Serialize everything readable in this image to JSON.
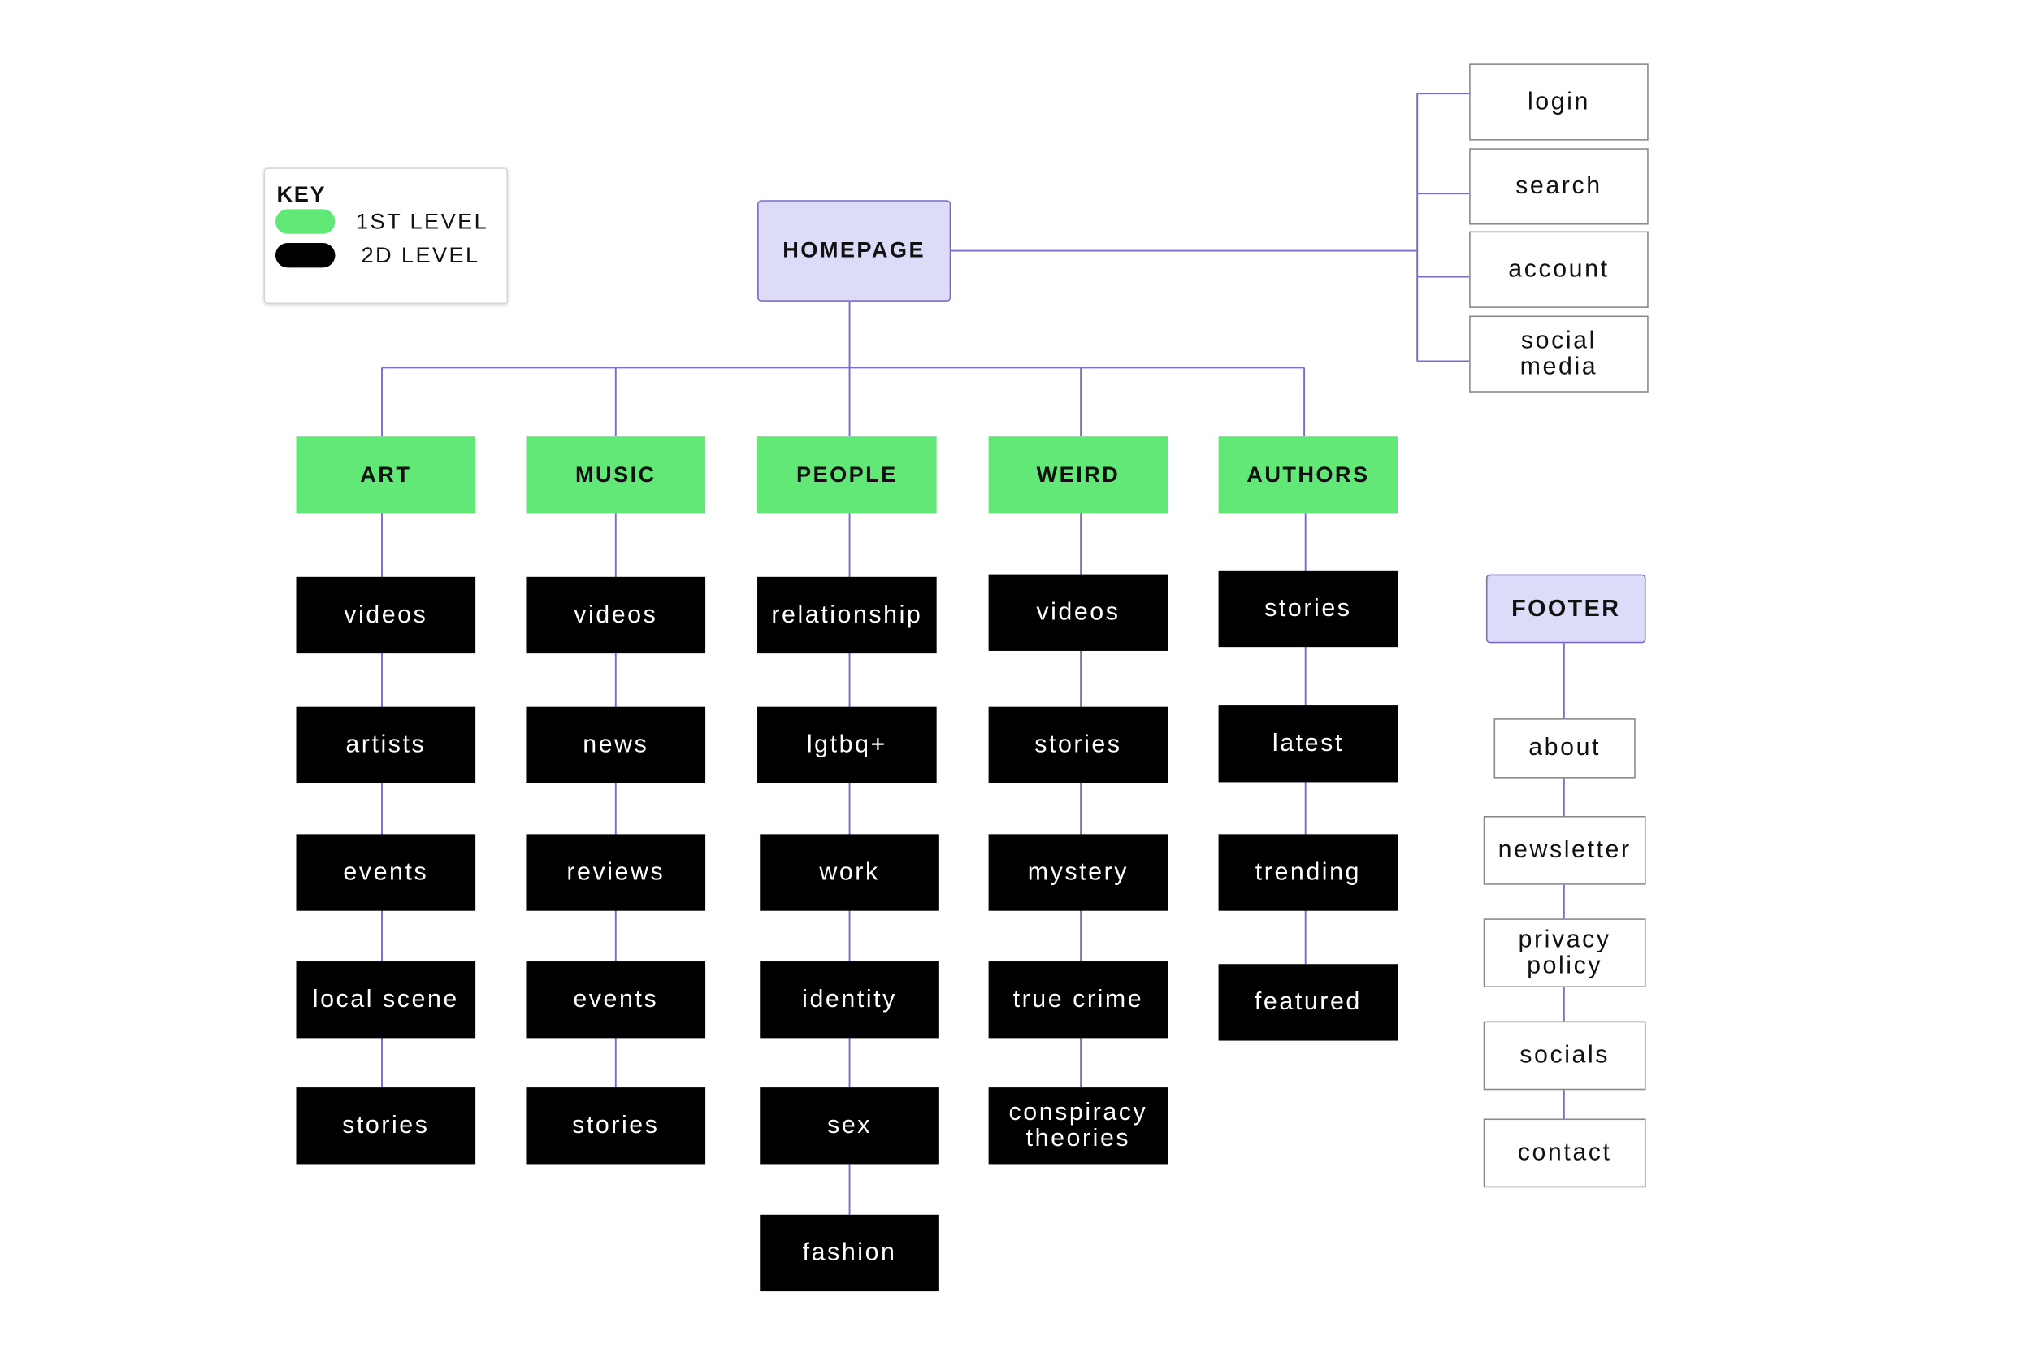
{
  "key": {
    "title": "KEY",
    "items": [
      {
        "label": "1ST LEVEL",
        "color": "#61e876"
      },
      {
        "label": "2D LEVEL",
        "color": "#000000"
      }
    ]
  },
  "homepage": {
    "label": "HOMEPAGE"
  },
  "utility": [
    "login",
    "search",
    "account",
    "social\nmedia"
  ],
  "categories": [
    {
      "label": "ART",
      "items": [
        "videos",
        "artists",
        "events",
        "local scene",
        "stories"
      ]
    },
    {
      "label": "MUSIC",
      "items": [
        "videos",
        "news",
        "reviews",
        "events",
        "stories"
      ]
    },
    {
      "label": "PEOPLE",
      "items": [
        "relationship",
        "lgtbq+",
        "work",
        "identity",
        "sex",
        "fashion"
      ]
    },
    {
      "label": "WEIRD",
      "items": [
        "videos",
        "stories",
        "mystery",
        "true crime",
        "conspiracy\ntheories"
      ]
    },
    {
      "label": "AUTHORS",
      "items": [
        "stories",
        "latest",
        "trending",
        "featured"
      ]
    }
  ],
  "footer": {
    "label": "FOOTER",
    "items": [
      "about",
      "newsletter",
      "privacy\npolicy",
      "socials",
      "contact"
    ]
  },
  "colors": {
    "line": "#7c6bc9",
    "first_level": "#61e876",
    "second_level": "#000000",
    "page_node": "#dcdcf8"
  }
}
